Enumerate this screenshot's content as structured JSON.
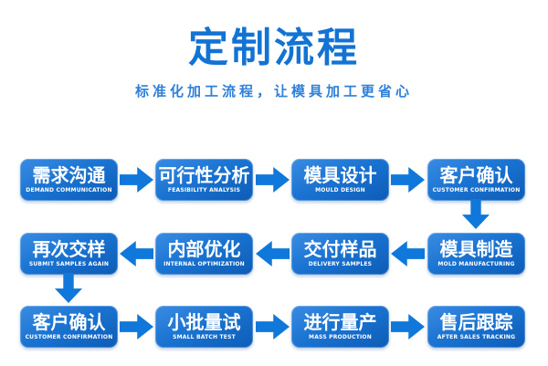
{
  "header": {
    "title": "定制流程",
    "subtitle": "标准化加工流程，让模具加工更省心"
  },
  "colors": {
    "title_blue": "#1273d4",
    "subtitle_blue": "#2e80d8",
    "box_gradient_top": "#3a8ce2",
    "box_gradient_bottom": "#0c5cb6",
    "arrow_blue": "#0f78da",
    "box_text": "#ffffff",
    "background": "#ffffff"
  },
  "flow": {
    "rows": [
      {
        "direction": "right",
        "steps": [
          {
            "title": "需求沟通",
            "subtitle": "DEMAND COMMUNICATION"
          },
          {
            "title": "可行性分析",
            "subtitle": "FEASIBILITY ANALYSIS"
          },
          {
            "title": "模具设计",
            "subtitle": "MOULD DESIGN"
          },
          {
            "title": "客户确认",
            "subtitle": "CUSTOMER CONFIRMATION"
          }
        ]
      },
      {
        "direction": "left",
        "steps": [
          {
            "title": "再次交样",
            "subtitle": "SUBMIT SAMPLES AGAIN"
          },
          {
            "title": "内部优化",
            "subtitle": "INTERNAL OPTIMIZATION"
          },
          {
            "title": "交付样品",
            "subtitle": "DELIVERY SAMPLES"
          },
          {
            "title": "模具制造",
            "subtitle": "MOLD MANUFACTURING"
          }
        ]
      },
      {
        "direction": "right",
        "steps": [
          {
            "title": "客户确认",
            "subtitle": "CUSTOMER CONFIRMATION"
          },
          {
            "title": "小批量试",
            "subtitle": "SMALL BATCH TEST"
          },
          {
            "title": "进行量产",
            "subtitle": "MASS PRODUCTION"
          },
          {
            "title": "售后跟踪",
            "subtitle": "AFTER SALES TRACKING"
          }
        ]
      }
    ]
  }
}
